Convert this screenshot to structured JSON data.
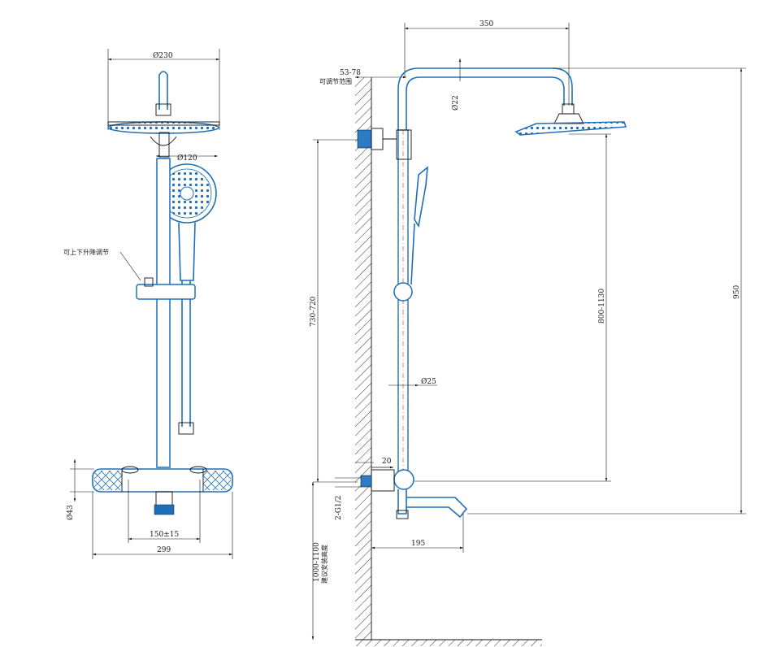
{
  "front_view": {
    "dia_head": "Ø230",
    "dia_hand": "Ø120",
    "adjust_note": "可上下升降调节",
    "dia_pipe": "Ø43",
    "spacing": "150±15",
    "width": "299"
  },
  "side_view": {
    "arm_length": "350",
    "wall_range": "53-78",
    "wall_range_note": "可调节范围",
    "dia_arm": "Ø22",
    "dia_riser": "Ø25",
    "height_total": "950",
    "height_head": "800-1130",
    "height_bracket": "730-720",
    "wall_offset": "20",
    "inlet": "2-G1/2",
    "spout": "195",
    "install_height": "1000-1100",
    "install_note": "建议安装高度"
  }
}
